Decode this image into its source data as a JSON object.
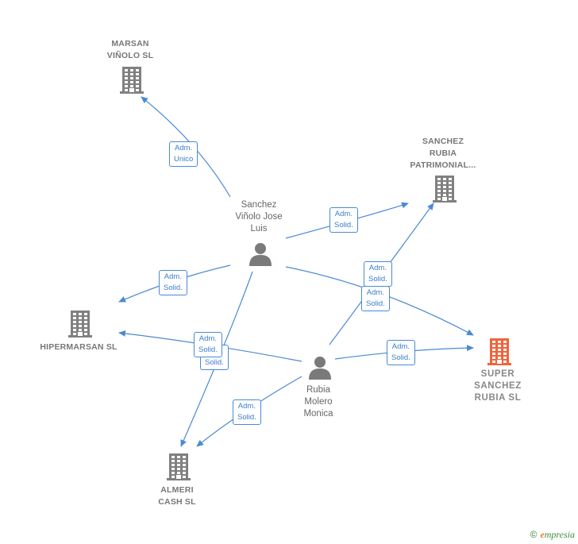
{
  "nodes": {
    "marsan": {
      "label": "MARSAN\nVIÑOLO SL",
      "type": "company"
    },
    "sanchez_rubia_patrimonial": {
      "label": "SANCHEZ\nRUBIA\nPATRIMONIAL...",
      "type": "company"
    },
    "hipermarsan": {
      "label": "HIPERMARSAN SL",
      "type": "company"
    },
    "super_sanchez": {
      "label": "SUPER\nSANCHEZ\nRUBIA  SL",
      "type": "company-highlight"
    },
    "almeri": {
      "label": "ALMERI\nCASH  SL",
      "type": "company"
    },
    "sanchez_vinolo": {
      "label": "Sanchez\nViñolo Jose\nLuis",
      "type": "person"
    },
    "rubia_molero": {
      "label": "Rubia\nMolero\nMonica",
      "type": "person"
    }
  },
  "edges": [
    {
      "from": "sanchez_vinolo",
      "to": "marsan",
      "label": "Adm.\nUnico"
    },
    {
      "from": "sanchez_vinolo",
      "to": "sanchez_rubia_patrimonial",
      "label": "Adm.\nSolid."
    },
    {
      "from": "sanchez_vinolo",
      "to": "hipermarsan",
      "label": "Adm.\nSolid."
    },
    {
      "from": "sanchez_vinolo",
      "to": "super_sanchez",
      "label": "Adm.\nSolid."
    },
    {
      "from": "sanchez_vinolo",
      "to": "almeri",
      "label": "Adm.\nSolid."
    },
    {
      "from": "rubia_molero",
      "to": "sanchez_rubia_patrimonial",
      "label": "Adm.\nSolid."
    },
    {
      "from": "rubia_molero",
      "to": "hipermarsan",
      "label": "Adm.\nSolid."
    },
    {
      "from": "rubia_molero",
      "to": "super_sanchez",
      "label": "Adm.\nSolid."
    },
    {
      "from": "rubia_molero",
      "to": "almeri",
      "label": "Adm.\nSolid."
    }
  ],
  "colors": {
    "edge": "#4a8ad4",
    "company_icon": "#808080",
    "highlight_icon": "#f0643c",
    "person_icon": "#7a7a7a"
  },
  "footer": {
    "copyright_symbol": "©",
    "brand_initial": "e",
    "brand_rest": "mpresia"
  }
}
